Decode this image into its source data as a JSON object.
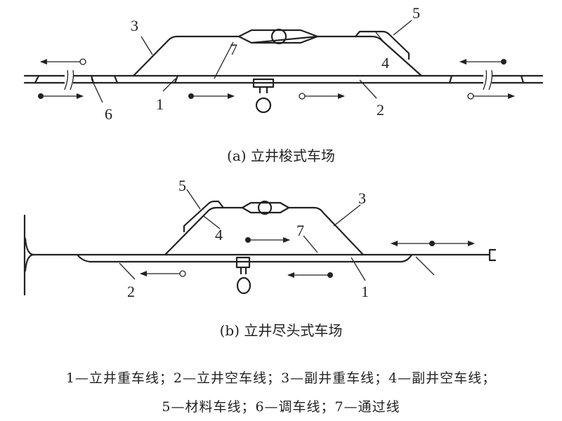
{
  "diagram_a": {
    "caption": "(a) 立井梭式车场",
    "labels": {
      "1": "1",
      "2": "2",
      "3": "3",
      "4": "4",
      "5": "5",
      "6": "6",
      "7": "7"
    }
  },
  "diagram_b": {
    "caption": "(b) 立井尽头式车场",
    "labels": {
      "1": "1",
      "2": "2",
      "3": "3",
      "4": "4",
      "5": "5",
      "7": "7"
    }
  },
  "legend": {
    "line1": "1—立井重车线；2—立井空车线；3—副井重车线；4—副井空车线；",
    "line2": "5—材料车线；6—调车线；7—通过线"
  },
  "colors": {
    "ink": "#222222",
    "background": "#ffffff"
  }
}
